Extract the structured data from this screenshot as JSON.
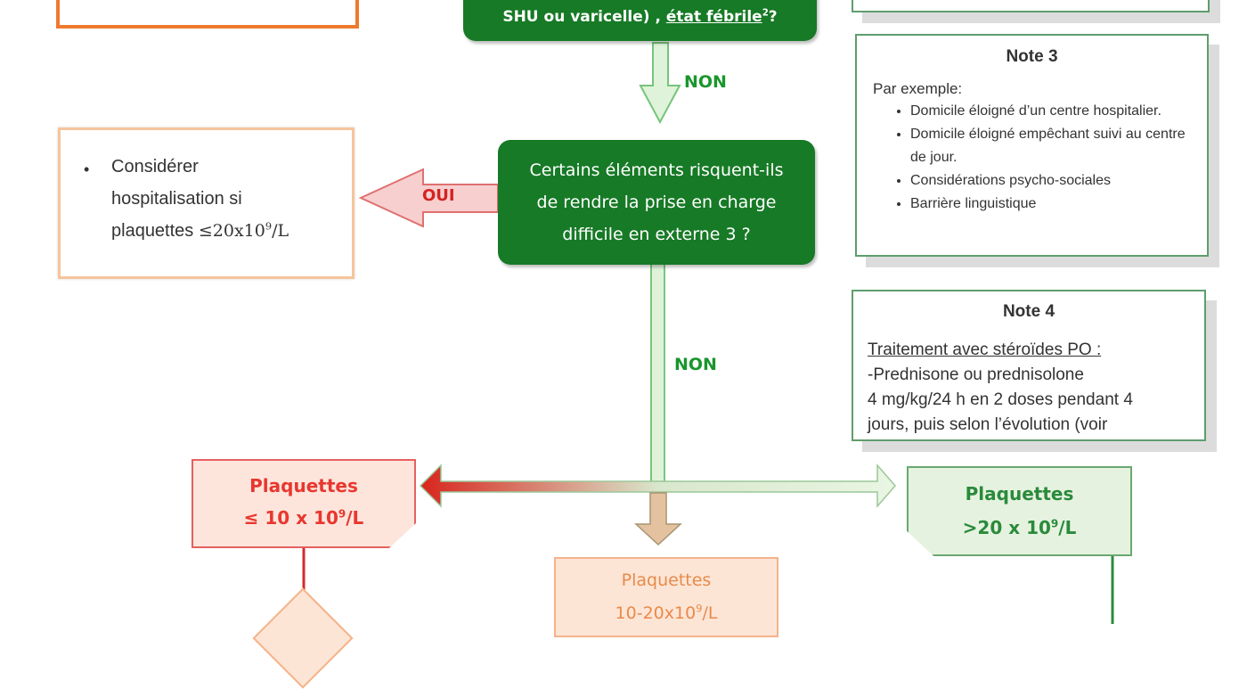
{
  "top_decision": {
    "text_main": "SHU ou varicelle) , ",
    "text_underlined": "état fébrile",
    "superscript": "2",
    "text_end": "?"
  },
  "arrow_labels": {
    "non_top": "NON",
    "oui": "OUI",
    "non_mid": "NON"
  },
  "mid_decision": {
    "line1": "Certains éléments risquent-ils",
    "line2": "de rendre la prise en charge",
    "line3": "difficile en externe 3 ?"
  },
  "hospitalisation_box": {
    "bullet": "•",
    "line1": "Considérer",
    "line2": "hospitalisation si",
    "line3_text": "plaquettes ",
    "line3_value": "≤20x10",
    "line3_sup": "9",
    "line3_unit": "/L"
  },
  "note3": {
    "title": "Note 3",
    "intro": "Par exemple:",
    "items": [
      "Domicile éloigné d’un centre hospitalier.",
      "Domicile éloigné empêchant suivi au centre de jour.",
      "Considérations psycho-sociales",
      "Barrière linguistique"
    ]
  },
  "note4": {
    "title": "Note 4",
    "heading": "Traitement avec stéroïdes PO :",
    "line1": "-Prednisone ou prednisolone",
    "line2": "4 mg/kg/24 h en 2 doses pendant 4",
    "line3": "jours, puis selon l’évolution (voir"
  },
  "platelets": {
    "low": {
      "label": "Plaquettes",
      "value": "≤ 10 x 10",
      "sup": "9",
      "unit": "/L"
    },
    "high": {
      "label": "Plaquettes",
      "value": ">20 x 10",
      "sup": "9",
      "unit": "/L"
    },
    "mid": {
      "label": "Plaquettes",
      "value": "10-20x10",
      "sup": "9",
      "unit": "/L"
    }
  },
  "colors": {
    "decision_green": "#177a26",
    "non_green": "#19962c",
    "oui_red": "#d42222",
    "low_red": "#e8372f",
    "high_green": "#2a8a3b",
    "mid_orange": "#e88a4a",
    "note_border": "#5e9d6d"
  }
}
